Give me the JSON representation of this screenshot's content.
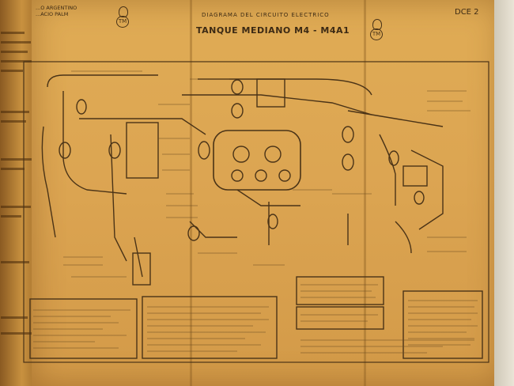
{
  "document": {
    "header_small": "DIAGRAMA DEL CIRCUITO ELECTRICO",
    "header_title": "TANQUE MEDIANO M4 - M4A1",
    "sheet_code": "DCE 2",
    "logo_letters": "TM",
    "left_stamp_line1": "...O ARGENTINO",
    "left_stamp_line2": "...ACIO PALM"
  },
  "colors": {
    "paper": "#dca552",
    "ink": "#3c2a14",
    "background": "#2a1c0e"
  }
}
